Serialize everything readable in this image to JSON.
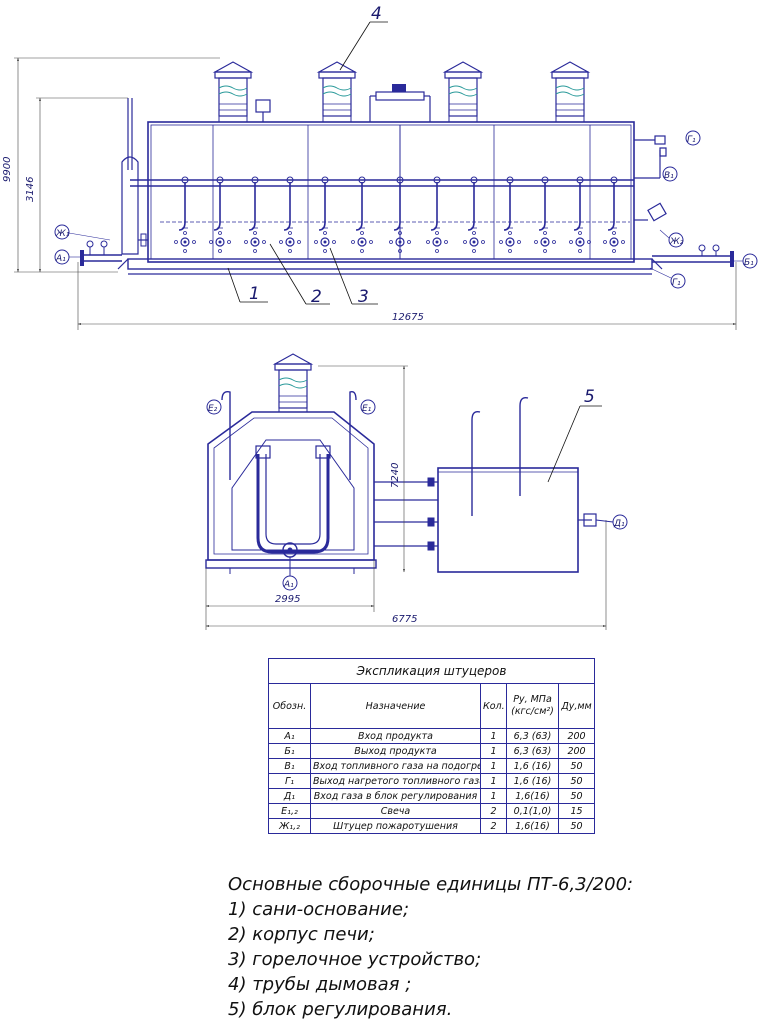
{
  "callouts": {
    "top": [
      "4",
      "1",
      "2",
      "3"
    ],
    "section": "5"
  },
  "dimensions": {
    "total_height": "9900",
    "body_height": "3146",
    "overall_length": "12675",
    "section_height": "7240",
    "section_width": "2995",
    "overall_width": "6775"
  },
  "nozzle_labels": {
    "A1": "А₁",
    "B1": "Б₁",
    "V1": "В₁",
    "G1": "Г₁",
    "D1": "Д₁",
    "E1": "Е₁",
    "E2": "Е₂",
    "Zh1": "Ж₁",
    "Zh2": "Ж₂"
  },
  "table": {
    "title": "Экспликация штуцеров",
    "headers": [
      "Обозн.",
      "Назначение",
      "Кол.",
      "Ру, МПа (кгс/см²)",
      "Ду,мм"
    ],
    "rows": [
      [
        "А₁",
        "Вход продукта",
        "1",
        "6,3 (63)",
        "200"
      ],
      [
        "Б₁",
        "Выход продукта",
        "1",
        "6,3 (63)",
        "200"
      ],
      [
        "В₁",
        "Вход топливного газа на подогрев",
        "1",
        "1,6 (16)",
        "50"
      ],
      [
        "Г₁",
        "Выход нагретого топливного газа",
        "1",
        "1,6 (16)",
        "50"
      ],
      [
        "Д₁",
        "Вход газа в блок регулирования",
        "1",
        "1,6(16)",
        "50"
      ],
      [
        "Е₁,₂",
        "Свеча",
        "2",
        "0,1(1,0)",
        "15"
      ],
      [
        "Ж₁,₂",
        "Штуцер пожаротушения",
        "2",
        "1,6(16)",
        "50"
      ]
    ]
  },
  "notes": {
    "heading": "Основные сборочные единицы ПТ-6,3/200:",
    "items": [
      "1) сани-основание;",
      "2) корпус печи;",
      "3) горелочное устройство;",
      "4) трубы дымовая ;",
      "5) блок регулирования."
    ]
  },
  "colors": {
    "line": "#2a2a9a",
    "dim": "#444444",
    "accent": "#2a9a9a"
  }
}
